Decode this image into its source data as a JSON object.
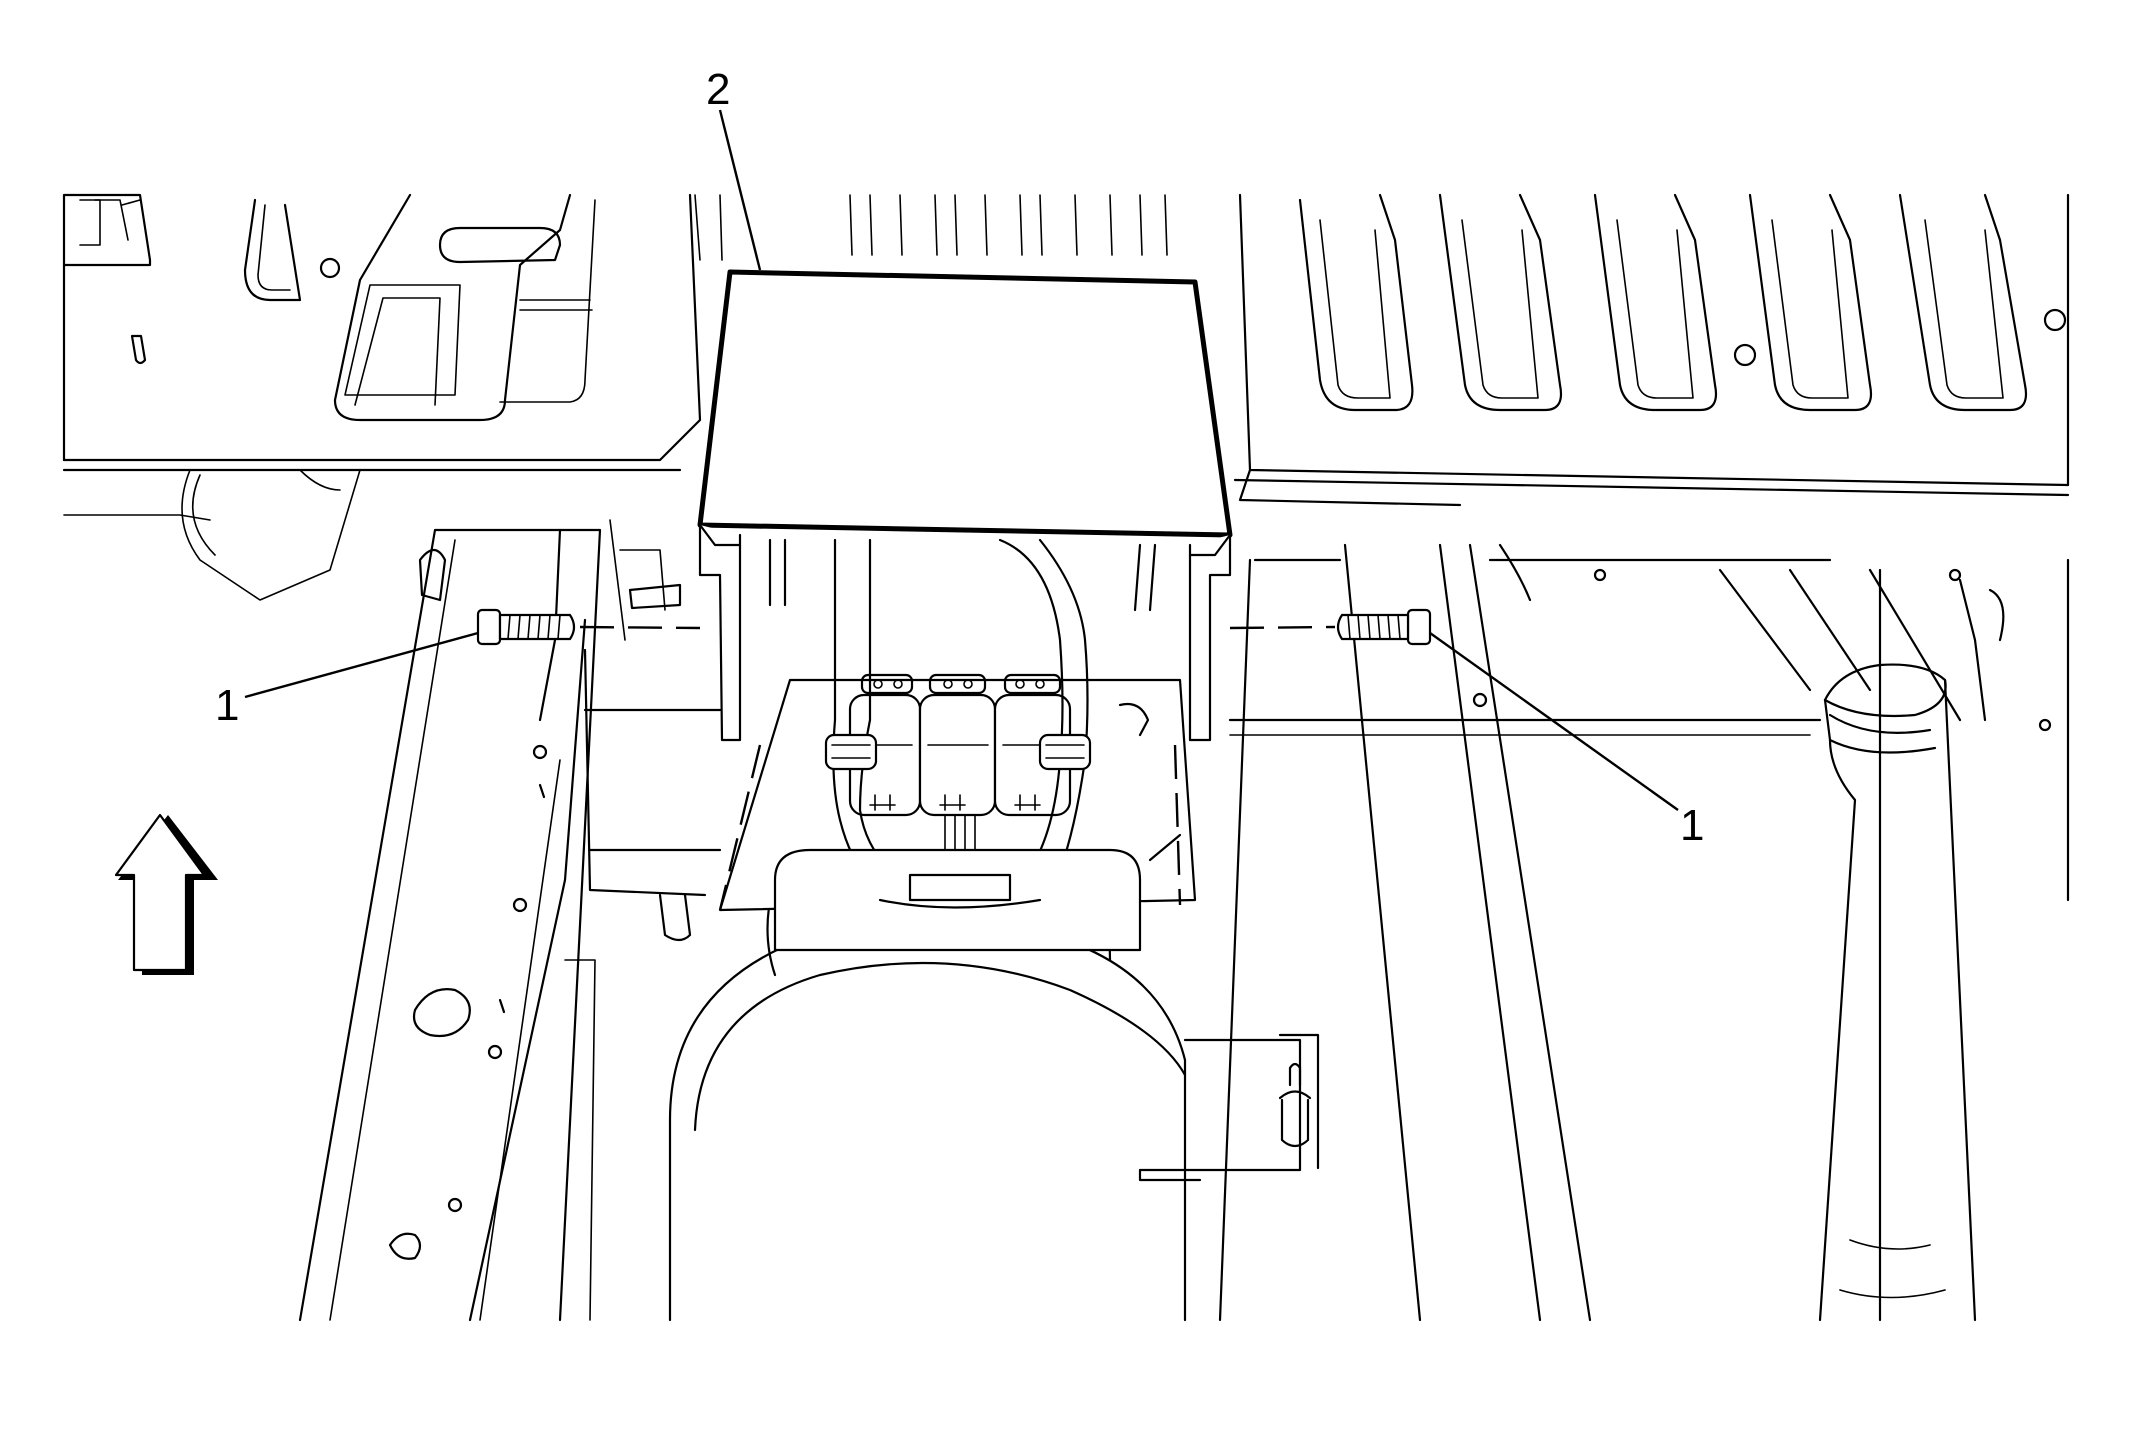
{
  "callouts": [
    {
      "id": "bolt-left",
      "label": "1"
    },
    {
      "id": "bolt-right",
      "label": "1"
    },
    {
      "id": "shield",
      "label": "2"
    }
  ],
  "icons": {
    "direction": "forward-arrow-icon",
    "fastener": "bolt-icon"
  },
  "colors": {
    "line": "#000000",
    "background": "#ffffff"
  }
}
